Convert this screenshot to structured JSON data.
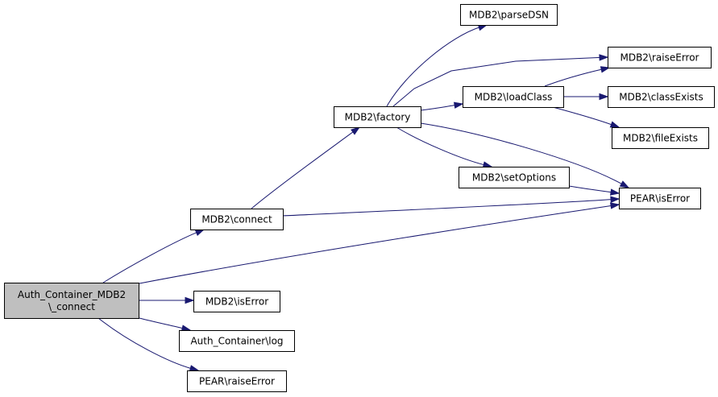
{
  "colors": {
    "edge": "#191970",
    "root_fill": "#bfbfbf",
    "node_fill": "#ffffff",
    "node_border": "#000000"
  },
  "nodes": [
    {
      "id": "root",
      "lines": [
        "Auth_Container_MDB2",
        "\\_connect"
      ],
      "root": true
    },
    {
      "id": "mdb2-connect",
      "lines": [
        "MDB2\\connect"
      ]
    },
    {
      "id": "mdb2-iserror",
      "lines": [
        "MDB2\\isError"
      ]
    },
    {
      "id": "auth-container-log",
      "lines": [
        "Auth_Container\\log"
      ]
    },
    {
      "id": "pear-raiseerror",
      "lines": [
        "PEAR\\raiseError"
      ]
    },
    {
      "id": "mdb2-factory",
      "lines": [
        "MDB2\\factory"
      ]
    },
    {
      "id": "pear-iserror",
      "lines": [
        "PEAR\\isError"
      ]
    },
    {
      "id": "mdb2-parsedsn",
      "lines": [
        "MDB2\\parseDSN"
      ]
    },
    {
      "id": "mdb2-loadclass",
      "lines": [
        "MDB2\\loadClass"
      ]
    },
    {
      "id": "mdb2-raiseerror",
      "lines": [
        "MDB2\\raiseError"
      ]
    },
    {
      "id": "mdb2-setoptions",
      "lines": [
        "MDB2\\setOptions"
      ]
    },
    {
      "id": "mdb2-classexists",
      "lines": [
        "MDB2\\classExists"
      ]
    },
    {
      "id": "mdb2-fileexists",
      "lines": [
        "MDB2\\fileExists"
      ]
    }
  ],
  "edges": [
    {
      "from": "root",
      "to": "mdb2-connect"
    },
    {
      "from": "root",
      "to": "pear-iserror"
    },
    {
      "from": "root",
      "to": "mdb2-iserror"
    },
    {
      "from": "root",
      "to": "auth-container-log"
    },
    {
      "from": "root",
      "to": "pear-raiseerror"
    },
    {
      "from": "mdb2-connect",
      "to": "mdb2-factory"
    },
    {
      "from": "mdb2-connect",
      "to": "pear-iserror"
    },
    {
      "from": "mdb2-factory",
      "to": "mdb2-parsedsn"
    },
    {
      "from": "mdb2-factory",
      "to": "mdb2-raiseerror"
    },
    {
      "from": "mdb2-factory",
      "to": "mdb2-loadclass"
    },
    {
      "from": "mdb2-factory",
      "to": "pear-iserror"
    },
    {
      "from": "mdb2-factory",
      "to": "mdb2-setoptions"
    },
    {
      "from": "mdb2-loadclass",
      "to": "mdb2-raiseerror"
    },
    {
      "from": "mdb2-loadclass",
      "to": "mdb2-classexists"
    },
    {
      "from": "mdb2-loadclass",
      "to": "mdb2-fileexists"
    },
    {
      "from": "mdb2-setoptions",
      "to": "pear-iserror"
    }
  ]
}
